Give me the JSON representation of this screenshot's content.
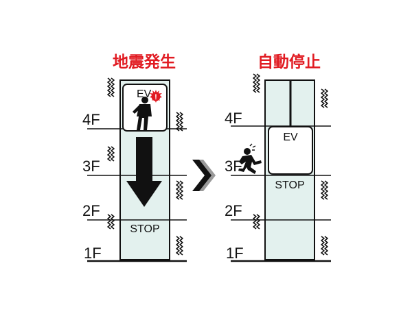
{
  "left_panel": {
    "title": "地震発生",
    "floors": [
      "4F",
      "3F",
      "2F",
      "1F"
    ],
    "car_label": "EV",
    "alert_mark": "!",
    "stop_label": "STOP",
    "icons": [
      "passenger-icon",
      "alert-burst-icon",
      "down-arrow-icon"
    ]
  },
  "right_panel": {
    "title": "自動停止",
    "floors": [
      "4F",
      "3F",
      "2F",
      "1F"
    ],
    "car_label": "EV",
    "stop_label": "STOP",
    "icons": [
      "running-person-icon"
    ]
  },
  "transition_icon": "double-chevron-right-icon",
  "colors": {
    "title": "#e11b22",
    "shaft_fill": "#e3f1ee",
    "arrow": "#111111",
    "alert": "#e11b22",
    "chevron_dark": "#111111",
    "chevron_light": "#9a9a9a"
  }
}
